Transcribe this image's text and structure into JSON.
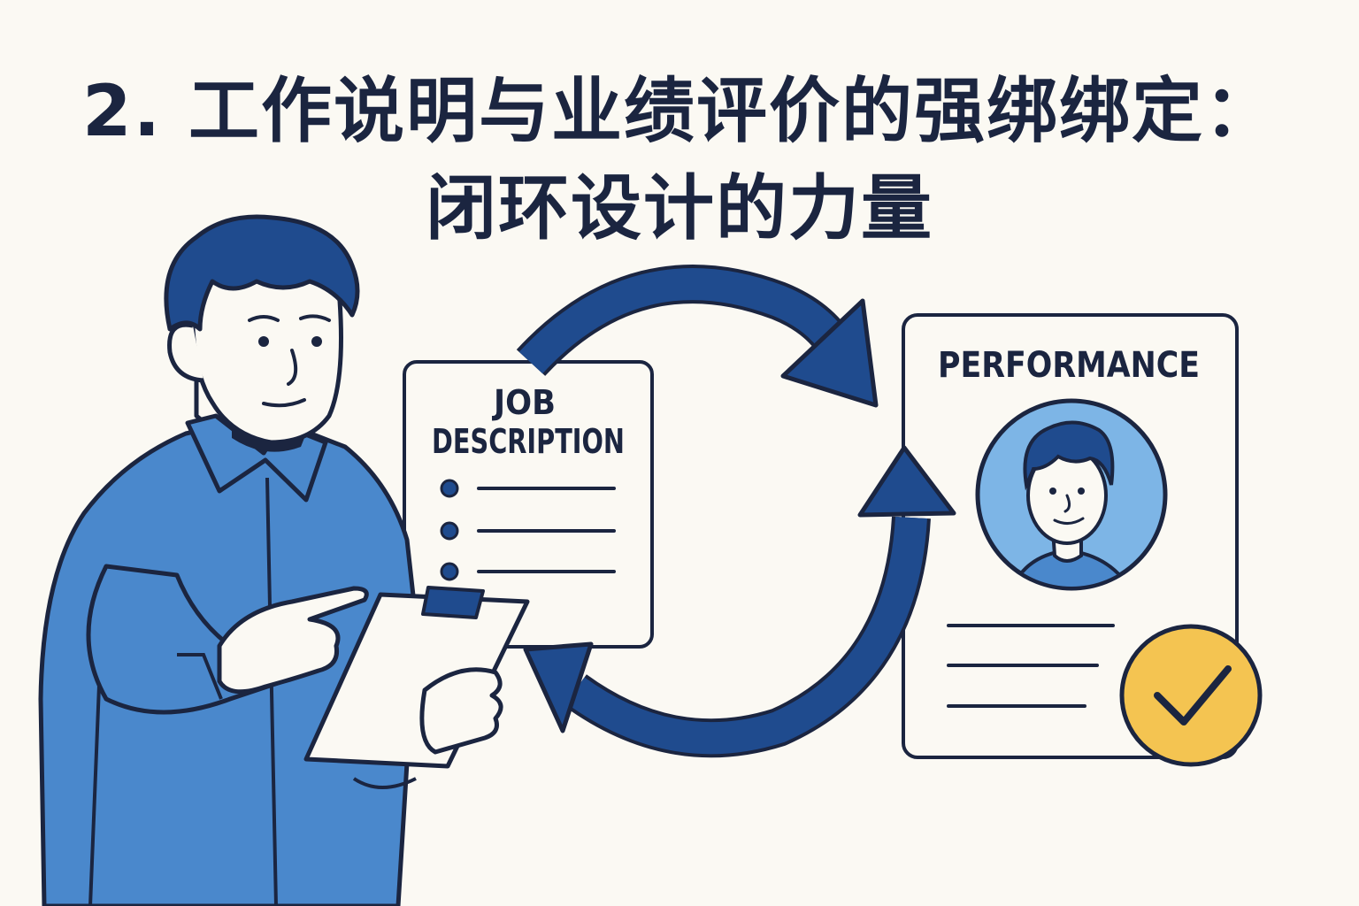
{
  "title": {
    "line1": "2. 工作说明与业绩评价的强绑绑定：",
    "line2": "闭环设计的力量"
  },
  "job_card": {
    "line1": "JOB",
    "line2": "DESCRIPTION"
  },
  "performance_card": {
    "label": "PERFORMANCE"
  },
  "colors": {
    "background": "#fbf9f3",
    "outline": "#1b2540",
    "arrow": "#1f4b8e",
    "shirt": "#4a88cc",
    "hair": "#1f4b8e",
    "avatar_bg": "#7db5e6",
    "check_badge": "#f4c451"
  },
  "icons": [
    "person-illustration",
    "clipboard-icon",
    "cycle-arrows-icon",
    "avatar-icon",
    "checkmark-icon"
  ]
}
